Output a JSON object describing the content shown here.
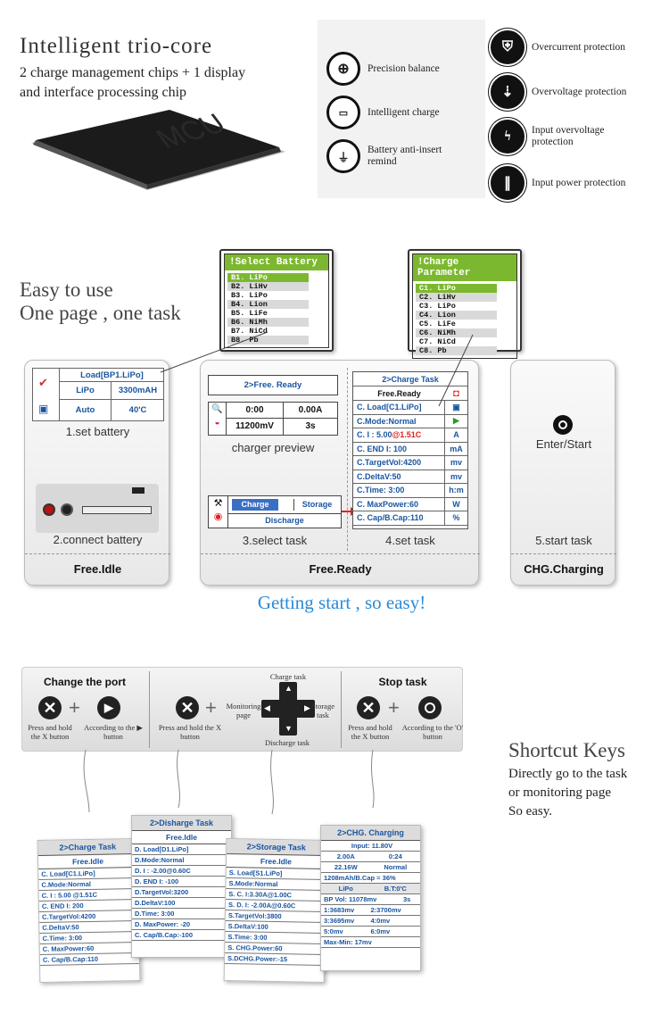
{
  "section1": {
    "title": "Intelligent trio-core",
    "subtitle_line1": "2 charge management chips + 1 display",
    "subtitle_line2": "and interface processing chip",
    "chip_label": "MCU",
    "features_left": [
      {
        "label": "Precision balance",
        "icon": "crosshair-icon"
      },
      {
        "label": "Intelligent charge",
        "icon": "battery-icon"
      },
      {
        "label": "Battery anti-insert",
        "label2": "remind",
        "icon": "plug-icon"
      }
    ],
    "features_right": [
      {
        "label": "Overcurrent  protection",
        "icon": "overcurrent-icon"
      },
      {
        "label": "Overvoltage  protection",
        "icon": "overvoltage-icon"
      },
      {
        "label": "Input overvoltage",
        "label2": "protection",
        "icon": "lightning-icon"
      },
      {
        "label": "Input  power  protection",
        "icon": "power-plug-icon"
      }
    ]
  },
  "section2": {
    "title_line1": "Easy to use",
    "title_line2": "One page , one task",
    "select_battery": {
      "header": "!Select Battery",
      "items": [
        "B1. LiPo",
        "B2. LiHv",
        "B3. LiPo",
        "B4. Lion",
        "B5. LiFe",
        "B6. NiMh",
        "B7. NiCd",
        "B8. Pb"
      ]
    },
    "charge_parameter": {
      "header": "!Charge Parameter",
      "items": [
        "C1. LiPo",
        "C2. LiHv",
        "C3. LiPo",
        "C4. Lion",
        "C5. LiFe",
        "C6. NiMh",
        "C7. NiCd",
        "C8. Pb"
      ]
    },
    "set_battery": {
      "load": "Load[BP1.LiPo]",
      "type": "LiPo",
      "capacity": "3300mAH",
      "mode": "Auto",
      "temp": "40'C",
      "caption": "1.set battery"
    },
    "connect_caption": "2.connect battery",
    "idle_state": "Free.Idle",
    "preview": {
      "title": "2>Free. Ready",
      "time": "0:00",
      "current": "0.00A",
      "voltage": "11200mV",
      "seconds": "3s",
      "caption": "charger preview"
    },
    "select_task": {
      "charge": "Charge",
      "storage": "Storage",
      "discharge": "Discharge",
      "caption": "3.select task"
    },
    "charge_task": {
      "title": "2>Charge Task",
      "subtitle": "Free.Ready",
      "rows": [
        {
          "k": "C. Load[C1.LiPo]",
          "u": "save"
        },
        {
          "k": "C.Mode:Normal",
          "u": "play"
        },
        {
          "k": "C. I : 5.00 ",
          "k_red": "@1.51C",
          "u": "A"
        },
        {
          "k": "C. END I: 100",
          "u": "mA"
        },
        {
          "k": "C.TargetVol:4200",
          "u": "mv"
        },
        {
          "k": "C.DeltaV:50",
          "u": "mv"
        },
        {
          "k": "C.Time: 3:00",
          "u": "h:m"
        },
        {
          "k": "C. MaxPower:60",
          "u": "W"
        },
        {
          "k": "C. Cap/B.Cap:110",
          "u": "%"
        }
      ],
      "caption": "4.set task"
    },
    "start": {
      "label": "Enter/Start",
      "caption": "5.start task"
    },
    "ready_state": "Free.Ready",
    "charging_state": "CHG.Charging",
    "tagline": "Getting start , so easy!"
  },
  "section3": {
    "change_port": {
      "title": "Change the port",
      "cap1": "Press and hold the X button",
      "cap2": "According to the ▶ button"
    },
    "middle": {
      "cap1": "Press and hold the X button",
      "monitor": "Monitoring page",
      "charge": "Charge task",
      "storage": "Storage task",
      "discharge": "Discharge task"
    },
    "stop_task": {
      "title": "Stop task",
      "cap1": "Press and hold the X button",
      "cap2": "According to the 'O' button"
    },
    "title": "Shortcut Keys",
    "desc1": "Directly go to the task",
    "desc2": "or monitoring page",
    "desc3": "So easy.",
    "tags": {
      "charge": {
        "head": "2>Charge Task",
        "sub": "Free.Idle",
        "rows": [
          "C. Load[C1.LiPo]",
          "C.Mode:Normal",
          "C. I : 5.00 @1.51C",
          "C. END I: 200",
          "C.TargetVol:4200",
          "C.DeltaV:50",
          "C.Time: 3:00",
          "C. MaxPower:60",
          "C. Cap/B.Cap:110"
        ]
      },
      "discharge": {
        "head": "2>Disharge Task",
        "sub": "Free.Idle",
        "rows": [
          "D. Load[D1.LiPo]",
          "D.Mode:Normal",
          "D. I : -2.00@0.60C",
          "D. END I: -100",
          "D.TargetVol:3200",
          "D.DeltaV:100",
          "D.Time: 3:00",
          "D. MaxPower: -20",
          "C. Cap/B.Cap:-100"
        ]
      },
      "storage": {
        "head": "2>Storage Task",
        "sub": "Free.Idle",
        "rows": [
          "S. Load[S1.LiPo]",
          "S.Mode:Normal",
          "S. C. I:3.30A@1.00C",
          "S. D. I: -2.00A@0.60C",
          "S.TargetVol:3800",
          "S.DeltaV:100",
          "S.Time: 3:00",
          "S. CHG.Power:60",
          "S.DCHG.Power:-15"
        ]
      },
      "charging": {
        "head": "2>CHG. Charging",
        "input": "Input: 11.80V",
        "amp": "2.00A",
        "time": "0:24",
        "watt": "22.16W",
        "mode": "Normal",
        "cap": "1208mAh/B.Cap = 36%",
        "lipo": "LiPo",
        "bt": "B.T:0'C",
        "bp": "BP Vol: 11078mv",
        "bp_s": "3s",
        "c1": "1:3683mv",
        "c2": "2:3700mv",
        "c3": "3:3695mv",
        "c4": "4:0mv",
        "c5": "5:0mv",
        "c6": "6:0mv",
        "mm": "Max-Min: 17mv"
      }
    }
  }
}
